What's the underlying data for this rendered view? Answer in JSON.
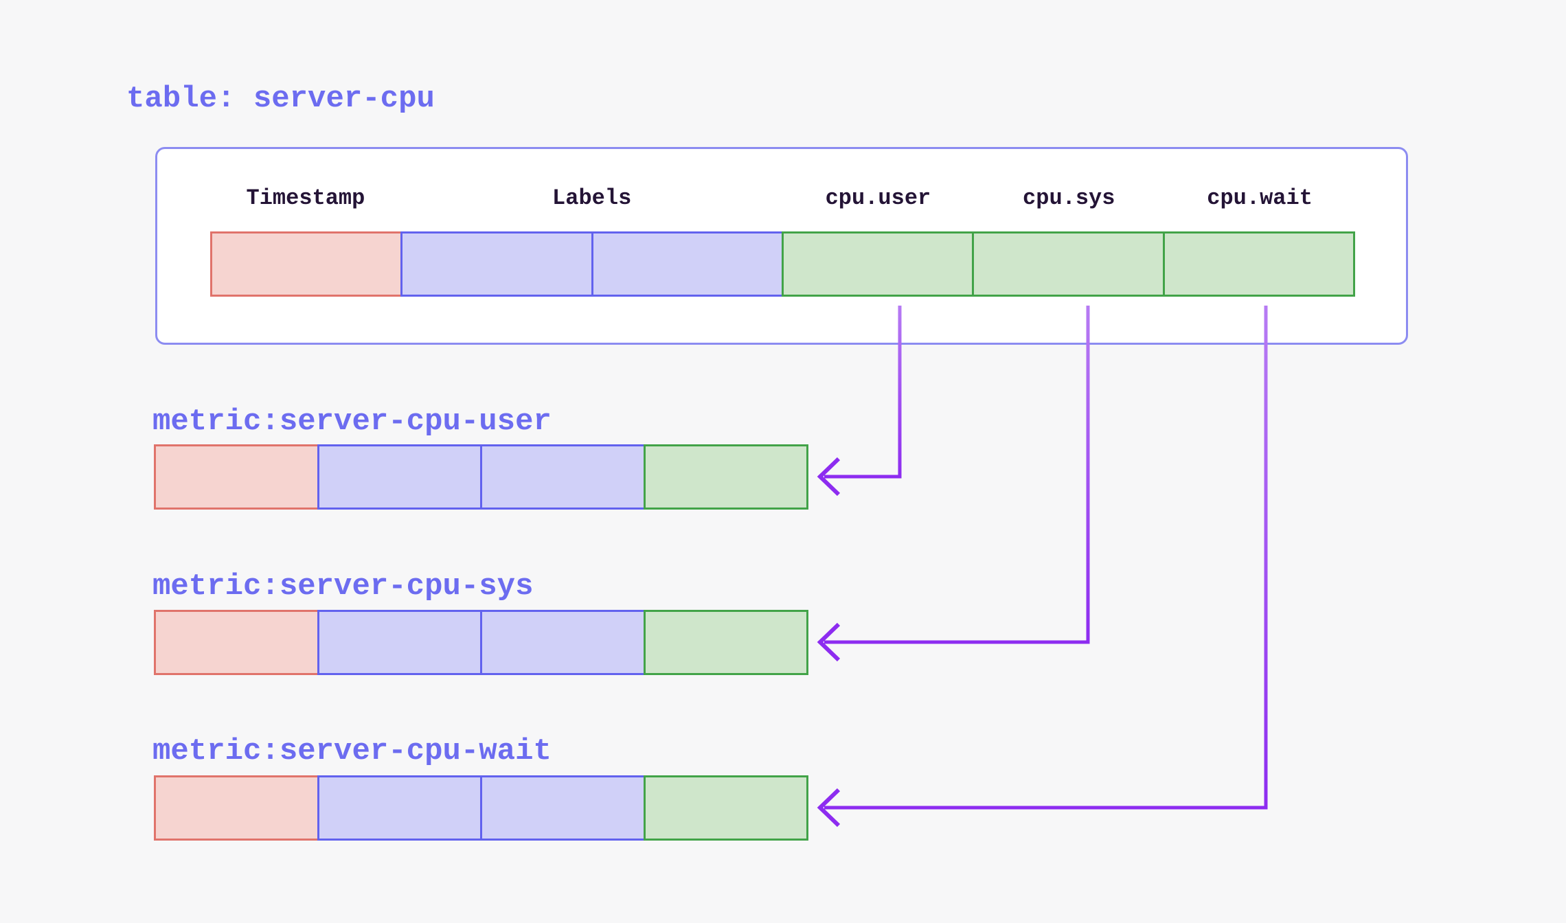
{
  "page": {
    "background_color": "#f7f7f8"
  },
  "table": {
    "title": "table: server-cpu",
    "headers": [
      "Timestamp",
      "Labels",
      "cpu.user",
      "cpu.sys",
      "cpu.wait"
    ],
    "columns": [
      "timestamp",
      "labels",
      "labels",
      "values",
      "values",
      "values"
    ]
  },
  "metrics": [
    {
      "label": "metric:server-cpu-user",
      "columns": [
        "timestamp",
        "labels",
        "labels",
        "values"
      ]
    },
    {
      "label": "metric:server-cpu-sys",
      "columns": [
        "timestamp",
        "labels",
        "labels",
        "values"
      ]
    },
    {
      "label": "metric:server-cpu-wait",
      "columns": [
        "timestamp",
        "labels",
        "labels",
        "values"
      ]
    }
  ],
  "arrows": [
    {
      "from_column": "cpu.user",
      "to_metric": "metric:server-cpu-user"
    },
    {
      "from_column": "cpu.sys",
      "to_metric": "metric:server-cpu-sys"
    },
    {
      "from_column": "cpu.wait",
      "to_metric": "metric:server-cpu-wait"
    }
  ],
  "colors": {
    "accent_text": "#6c6cf0",
    "header_text": "#241436",
    "box_border": "#8c8cf1",
    "box_fill": "#ffffff",
    "timestamp_fill": "#f6d4d0",
    "timestamp_border": "#e0736b",
    "labels_fill": "#d0d0f8",
    "labels_border": "#6262ee",
    "values_fill": "#cfe6cb",
    "values_border": "#42a348",
    "arrow_dark": "#8d2cf0",
    "arrow_light": "#b77cf3"
  }
}
